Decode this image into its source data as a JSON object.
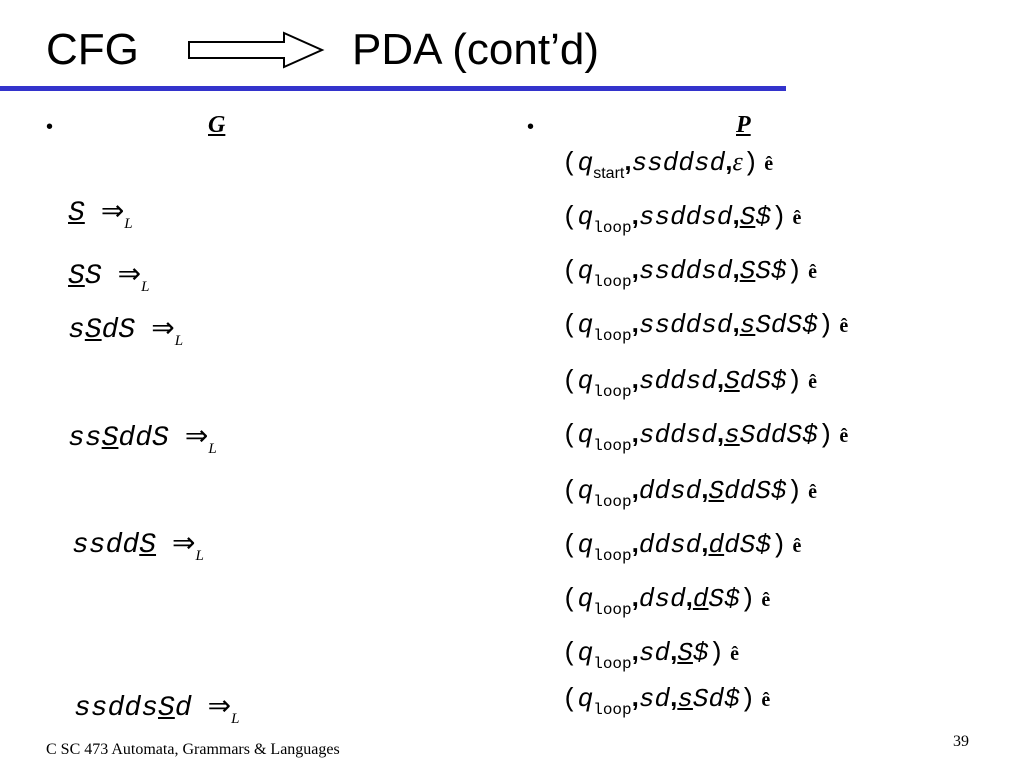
{
  "slide": {
    "title_left": "CFG",
    "title_right": "PDA (cont’d)",
    "bullet": "•",
    "left_heading": "G",
    "right_heading": "P",
    "footer_course": "C SC 473 Automata, Grammars & Languages",
    "page_number": "39"
  },
  "derivation": {
    "arrow": "⇒",
    "sub": "L",
    "rows": [
      {
        "pre": "",
        "u": "S",
        "post": ""
      },
      {
        "pre": "",
        "u": "S",
        "post": "S"
      },
      {
        "pre": "s",
        "u": "S",
        "post": "dS"
      },
      {
        "pre": "ss",
        "u": "S",
        "post": "ddS"
      },
      {
        "pre": "ssdd",
        "u": "S",
        "post": ""
      },
      {
        "pre": "ssdds",
        "u": "S",
        "post": "d"
      }
    ]
  },
  "configs": {
    "q": "q",
    "sep": ",",
    "open": "(",
    "close": ")",
    "mark": "ê",
    "rows": [
      {
        "state": "start",
        "input": "ssddsd",
        "u": "",
        "rest": "ε"
      },
      {
        "state": "loop",
        "input": "ssddsd",
        "u": "S",
        "rest": "$"
      },
      {
        "state": "loop",
        "input": "ssddsd",
        "u": "S",
        "rest": "S$"
      },
      {
        "state": "loop",
        "input": "ssddsd",
        "u": "s",
        "rest": "SdS$"
      },
      {
        "state": "loop",
        "input": "sddsd",
        "u": "S",
        "rest": "dS$"
      },
      {
        "state": "loop",
        "input": "sddsd",
        "u": "s",
        "rest": "SddS$"
      },
      {
        "state": "loop",
        "input": "ddsd",
        "u": "S",
        "rest": "ddS$"
      },
      {
        "state": "loop",
        "input": "ddsd",
        "u": "d",
        "rest": "dS$"
      },
      {
        "state": "loop",
        "input": "dsd",
        "u": "d",
        "rest": "S$"
      },
      {
        "state": "loop",
        "input": "sd",
        "u": "S",
        "rest": "$"
      },
      {
        "state": "loop",
        "input": "sd",
        "u": "s",
        "rest": "Sd$"
      }
    ]
  }
}
